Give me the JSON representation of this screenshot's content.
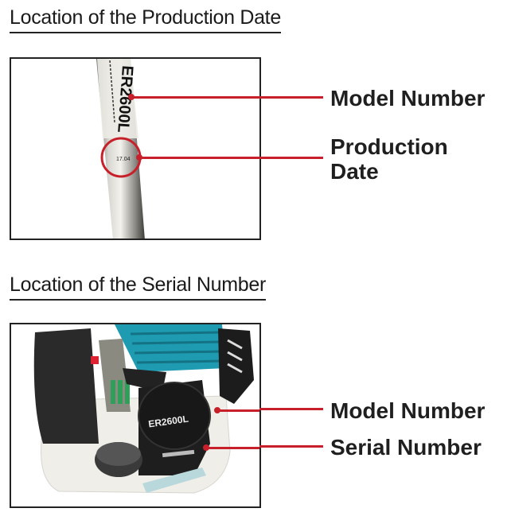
{
  "section1": {
    "heading": "Location of the Production Date",
    "photo_model_text": "ER2600L",
    "photo_date_text": "17.04",
    "labels": {
      "model_number": "Model Number",
      "production_line1": "Production",
      "production_line2": "Date"
    }
  },
  "section2": {
    "heading": "Location of the Serial Number",
    "photo_model_text": "ER2600L",
    "labels": {
      "model_number": "Model Number",
      "serial_number": "Serial Number"
    }
  },
  "colors": {
    "accent": "#c8202a",
    "engine_teal": "#1e9bb0"
  }
}
